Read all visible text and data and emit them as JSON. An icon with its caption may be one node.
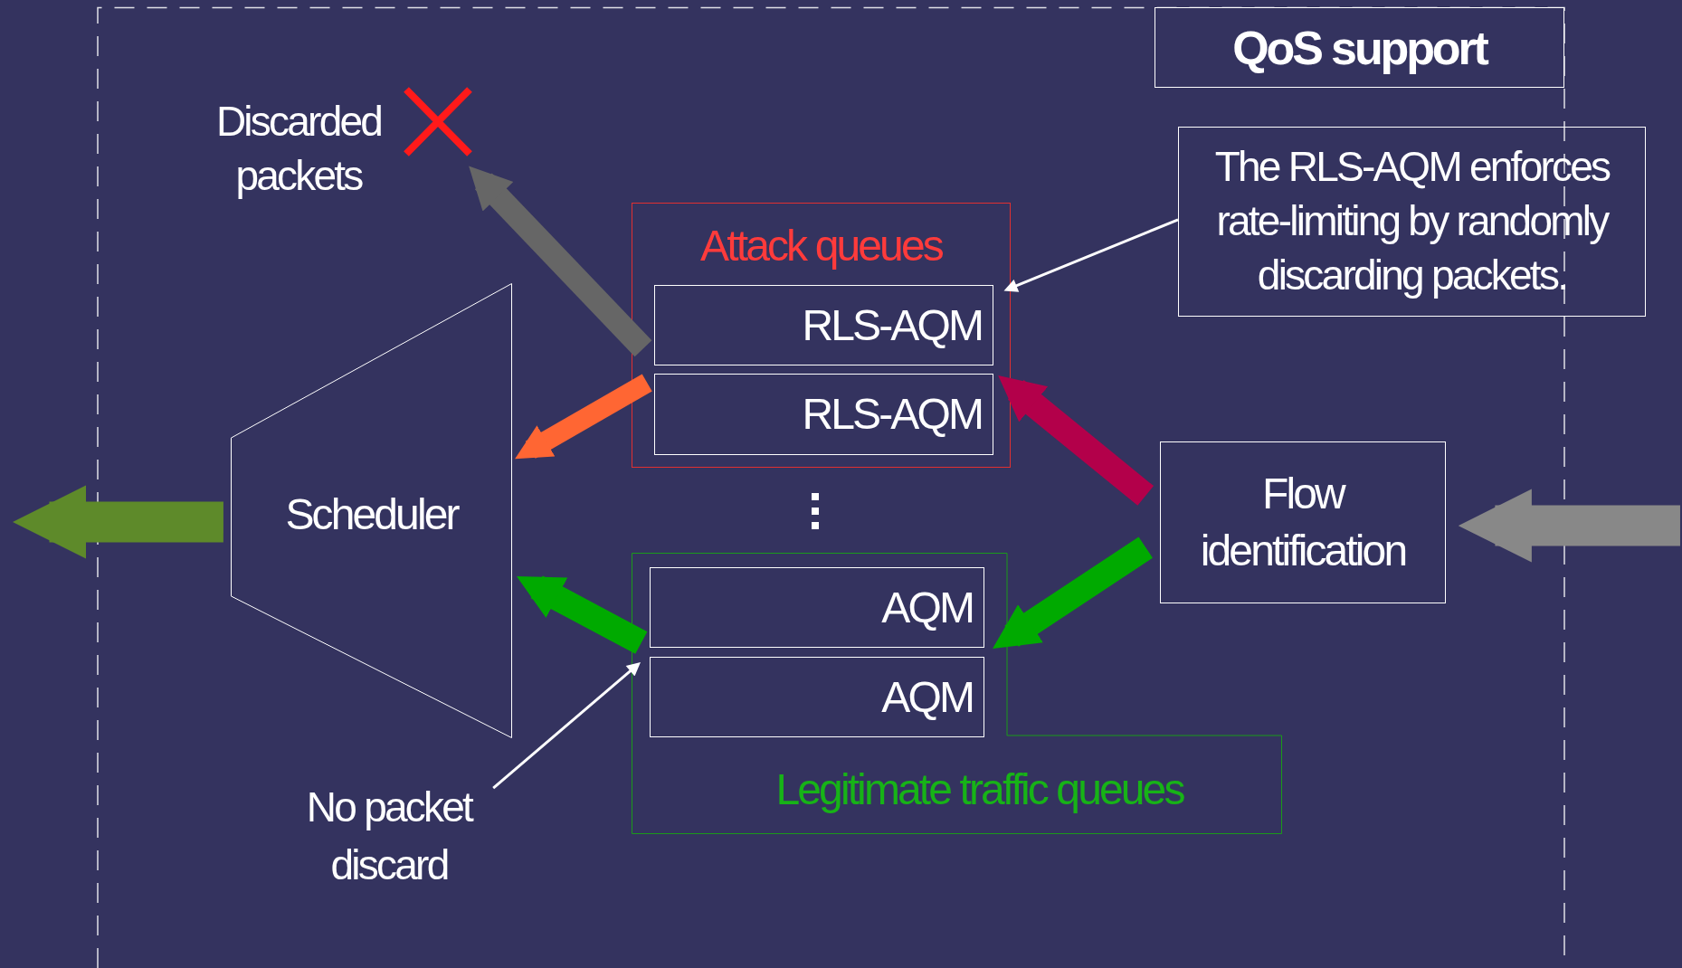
{
  "diagram": {
    "title": "QoS support",
    "nodes": [
      {
        "text": [
          "The RLS-AQM enforces rate-limiting by randomly discarding packets."
        ]
      },
      {
        "text": [
          "Discarded packets"
        ]
      },
      {
        "text": [
          "Attack queues"
        ]
      },
      {
        "text": [
          "RLS-AQM"
        ],
        "in": 2
      },
      {
        "text": [
          "RLS-AQM"
        ],
        "in": 2
      },
      {
        "text": [
          "Legitimate traffic queues"
        ]
      },
      {
        "text": [
          "AQM"
        ],
        "in": 5
      },
      {
        "text": [
          "AQM"
        ],
        "in": 5
      },
      {
        "text": [
          "Flow identification"
        ]
      },
      {
        "text": [
          "Scheduler"
        ]
      },
      {
        "text": [
          "No packet discard"
        ]
      }
    ],
    "edges": [
      {
        "from": 2,
        "to": 1,
        "arrow": "to",
        "color": "#666666"
      },
      {
        "from": 2,
        "to": 9,
        "arrow": "to",
        "color": "#ff6633"
      },
      {
        "from": 5,
        "to": 9,
        "arrow": "to",
        "color": "#00aa00"
      },
      {
        "from": 8,
        "to": 2,
        "arrow": "to",
        "color": "#b3004a"
      },
      {
        "from": 8,
        "to": 5,
        "arrow": "to",
        "color": "#00aa00"
      },
      {
        "from": null,
        "to": 8,
        "arrow": "to",
        "color": "#888888"
      },
      {
        "from": 9,
        "to": null,
        "arrow": "to",
        "color": "#5e8a2a"
      },
      {
        "from": 0,
        "to": 3,
        "arrow": "to",
        "color": "#ffffff"
      },
      {
        "from": 10,
        "to": 7,
        "arrow": "to",
        "color": "#ffffff"
      }
    ]
  }
}
